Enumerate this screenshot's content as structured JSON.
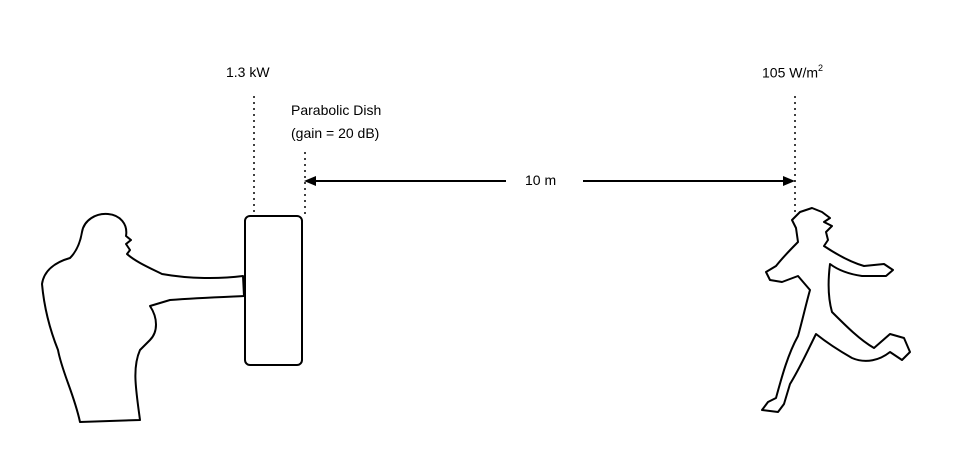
{
  "labels": {
    "transmitter_power": "1.3 kW",
    "dish_title": "Parabolic Dish",
    "dish_gain": "(gain = 20 dB)",
    "distance": "10 m",
    "intensity_value": "105 W/m",
    "intensity_exponent": "2"
  },
  "icons": {
    "operator": "person-silhouette-icon",
    "dish": "parabolic-dish-icon",
    "runner": "running-person-icon"
  },
  "colors": {
    "line": "#000000",
    "background": "#ffffff"
  }
}
